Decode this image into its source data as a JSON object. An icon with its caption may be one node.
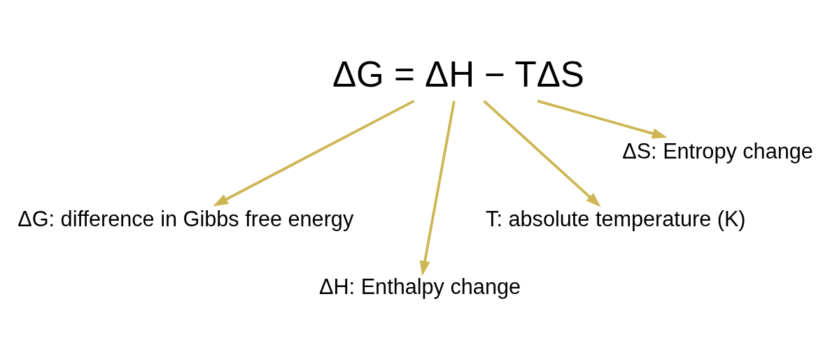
{
  "diagram": {
    "nodes": [
      {
        "text": [
          "ΔG = ΔH − TΔS"
        ]
      },
      {
        "text": [
          "ΔG: difference in Gibbs free energy"
        ]
      },
      {
        "text": [
          "ΔH: Enthalpy change"
        ]
      },
      {
        "text": [
          "T: absolute temperature (K)"
        ]
      },
      {
        "text": [
          "ΔS: Entropy change"
        ]
      }
    ],
    "edges": [
      {
        "from": 0,
        "to": 1,
        "arrow": "to"
      },
      {
        "from": 0,
        "to": 2,
        "arrow": "to"
      },
      {
        "from": 0,
        "to": 3,
        "arrow": "to"
      },
      {
        "from": 0,
        "to": 4,
        "arrow": "to"
      }
    ]
  }
}
